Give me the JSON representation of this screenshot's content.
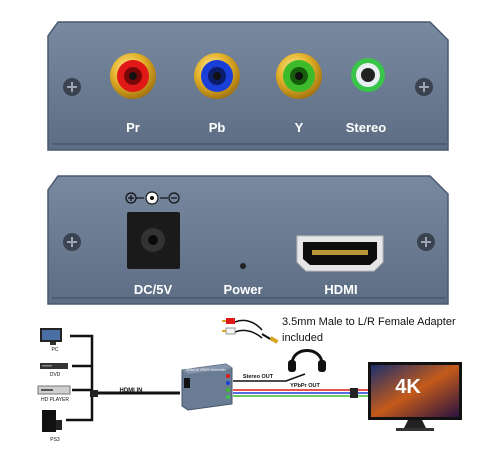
{
  "top_panel": {
    "ports": [
      {
        "label": "Pr",
        "color": "#e01818"
      },
      {
        "label": "Pb",
        "color": "#1a3fd8"
      },
      {
        "label": "Y",
        "color": "#3dbb2a"
      },
      {
        "label": "Stereo",
        "color": "#39c54a"
      }
    ]
  },
  "bottom_panel": {
    "dc_label": "DC/5V",
    "power_label": "Power",
    "hdmi_label": "HDMI"
  },
  "diagram": {
    "sources": [
      "PC",
      "DVD",
      "HD PLAYER",
      "PS3"
    ],
    "hdmi_in": "HDMI IN",
    "adapter_note_line1": "3.5mm Male to L/R Female Adapter",
    "adapter_note_line2": "included",
    "stereo_out": "Stereo OUT",
    "ypbpr_out": "YPbPr OUT",
    "device_label": "HDMI to YPbPr Converter",
    "tv_label": "4K"
  },
  "colors": {
    "panel": "#697b93",
    "panel_dark": "#55667c",
    "gold": "#d9a521"
  }
}
